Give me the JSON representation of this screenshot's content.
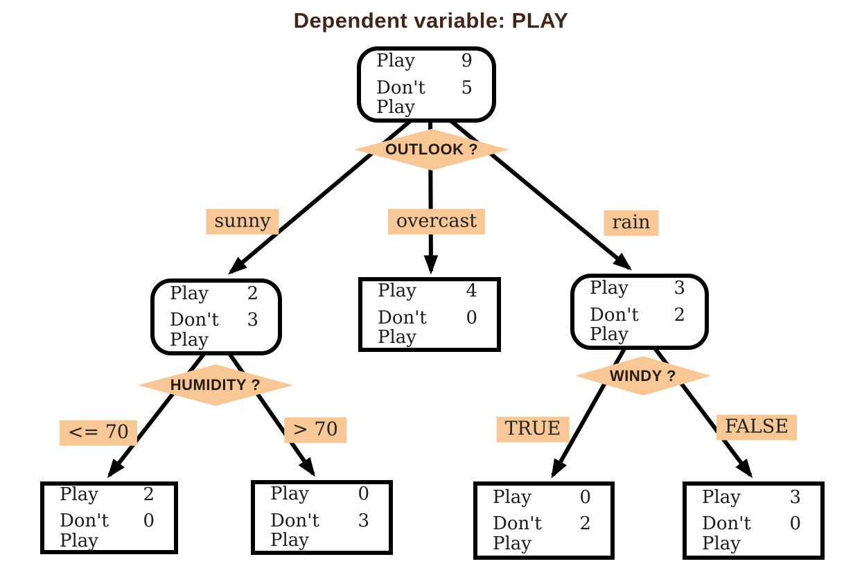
{
  "title": "Dependent variable: PLAY",
  "colors": {
    "accent": "#f7c795",
    "title_color": "#44251a",
    "edge": "#000000",
    "node_text": "#1a1a1a"
  },
  "nodes": {
    "root": {
      "type": "internal",
      "rows": [
        {
          "label": "Play",
          "value": "9"
        },
        {
          "label": "Don't Play",
          "value": "5"
        }
      ]
    },
    "sunny": {
      "type": "internal",
      "rows": [
        {
          "label": "Play",
          "value": "2"
        },
        {
          "label": "Don't Play",
          "value": "3"
        }
      ]
    },
    "overcast": {
      "type": "leaf",
      "rows": [
        {
          "label": "Play",
          "value": "4"
        },
        {
          "label": "Don't Play",
          "value": "0"
        }
      ]
    },
    "rain": {
      "type": "internal",
      "rows": [
        {
          "label": "Play",
          "value": "3"
        },
        {
          "label": "Don't Play",
          "value": "2"
        }
      ]
    },
    "sunny_low": {
      "type": "leaf",
      "rows": [
        {
          "label": "Play",
          "value": "2"
        },
        {
          "label": "Don't Play",
          "value": "0"
        }
      ]
    },
    "sunny_high": {
      "type": "leaf",
      "rows": [
        {
          "label": "Play",
          "value": "0"
        },
        {
          "label": "Don't Play",
          "value": "3"
        }
      ]
    },
    "rain_true": {
      "type": "leaf",
      "rows": [
        {
          "label": "Play",
          "value": "0"
        },
        {
          "label": "Don't Play",
          "value": "2"
        }
      ]
    },
    "rain_false": {
      "type": "leaf",
      "rows": [
        {
          "label": "Play",
          "value": "3"
        },
        {
          "label": "Don't Play",
          "value": "0"
        }
      ]
    }
  },
  "splits": {
    "outlook": "OUTLOOK ?",
    "humidity": "HUMIDITY ?",
    "windy": "WINDY ?"
  },
  "branches": {
    "sunny": "sunny",
    "overcast": "overcast",
    "rain": "rain",
    "humidity_low": "<= 70",
    "humidity_high": "> 70",
    "windy_true": "TRUE",
    "windy_false": "FALSE"
  }
}
